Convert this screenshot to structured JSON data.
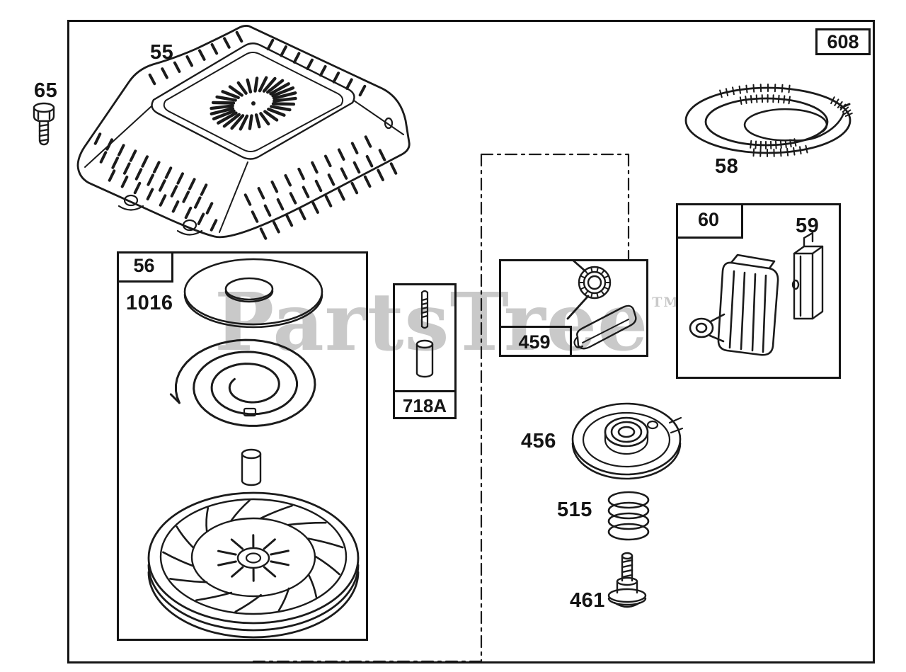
{
  "watermark": {
    "text": "PartsTree",
    "tm": "TM"
  },
  "callouts": {
    "c608": "608",
    "c65": "65",
    "c55": "55",
    "c58": "58",
    "c56": "56",
    "c1016": "1016",
    "c718a": "718A",
    "c459": "459",
    "c60": "60",
    "c59": "59",
    "c456": "456",
    "c515": "515",
    "c461": "461"
  },
  "colors": {
    "line": "#1b1b1b",
    "watermark": "#c9c9c9",
    "background": "#ffffff"
  }
}
